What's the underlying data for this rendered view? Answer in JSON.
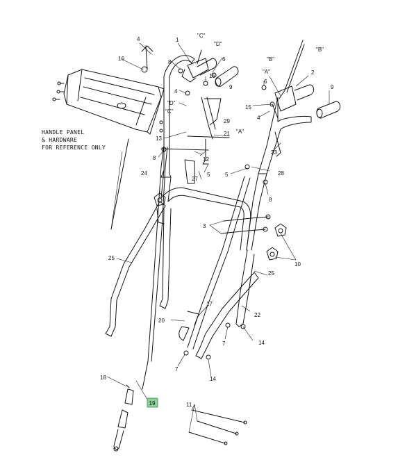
{
  "diagram": {
    "ref_note": [
      "HANDLE PANEL",
      "& HARDWARE",
      "FOR REFERENCE ONLY"
    ],
    "callouts": {
      "c1": "1",
      "c2": "2",
      "c3": "3",
      "c4a": "4",
      "c4b": "4",
      "c4c": "4",
      "c5a": "5",
      "c5b": "5",
      "c6a": "6",
      "c6b": "6",
      "c7a": "7",
      "c7b": "7",
      "c8a": "8",
      "c8b": "8",
      "c8c": "8",
      "c9a": "9",
      "c9b": "9",
      "c10": "10",
      "c11": "11",
      "c12": "12",
      "c13": "13",
      "c14a": "14",
      "c14b": "14",
      "c15a": "15",
      "c15b": "15",
      "c16": "16",
      "c17": "17",
      "c18": "18",
      "c19": "19",
      "c20": "20",
      "c21": "21",
      "c22": "22",
      "c23": "23",
      "c24": "24",
      "c25a": "25",
      "c25b": "25",
      "c27": "27",
      "c28": "28",
      "c29": "29"
    },
    "cable_labels": {
      "C_top": "\"C\"",
      "D_top": "\"D\"",
      "B_top": "\"B\"",
      "B_right": "\"B\"",
      "A_top": "\"A\"",
      "D_mid": "\"D\"",
      "C_mid": "\"C\"",
      "A_mid": "\"A\""
    },
    "highlight_color": "#8fd19e"
  }
}
